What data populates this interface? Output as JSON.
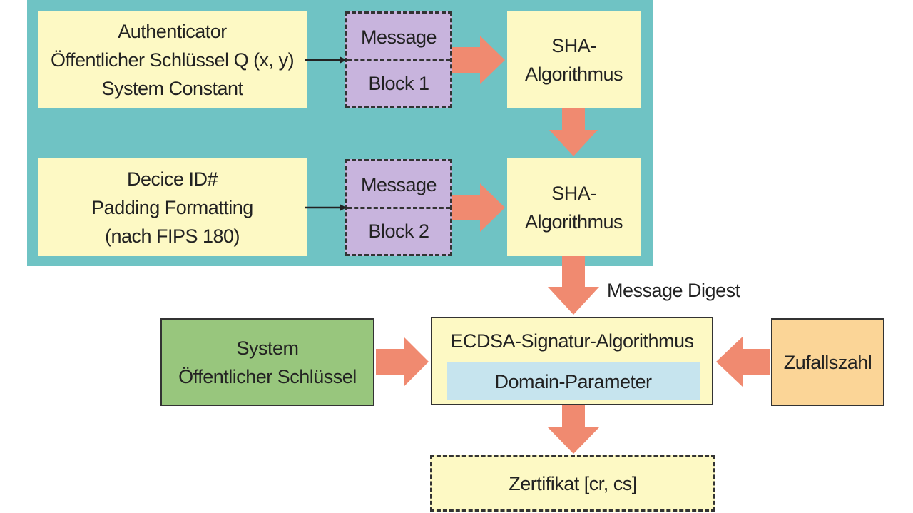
{
  "auth_box": {
    "line1": "Authenticator",
    "line2": "Öffentlicher Schlüssel Q (x, y)",
    "line3": "System Constant"
  },
  "device_box": {
    "line1": "Decice ID#",
    "line2": "Padding Formatting",
    "line3": "(nach FIPS 180)"
  },
  "block1": {
    "top": "Message",
    "bottom": "Block 1"
  },
  "block2": {
    "top": "Message",
    "bottom": "Block 2"
  },
  "sha1": {
    "line1": "SHA-",
    "line2": "Algorithmus"
  },
  "sha2": {
    "line1": "SHA-",
    "line2": "Algorithmus"
  },
  "digest_label": "Message Digest",
  "system_box": {
    "line1": "System",
    "line2": "Öffentlicher Schlüssel"
  },
  "ecdsa": {
    "title": "ECDSA-Signatur-Algorithmus",
    "domain": "Domain-Parameter"
  },
  "random_box": {
    "label": "Zufallszahl"
  },
  "cert_box": {
    "label": "Zertifikat [cr, cs]"
  },
  "colors": {
    "panel": "#6fc3c4",
    "yellow": "#fdf9c4",
    "purple": "#c8b4dd",
    "arrow": "#f08a70",
    "green": "#98c67d",
    "orange": "#fbd597",
    "domain_band": "#c6e4ee"
  }
}
